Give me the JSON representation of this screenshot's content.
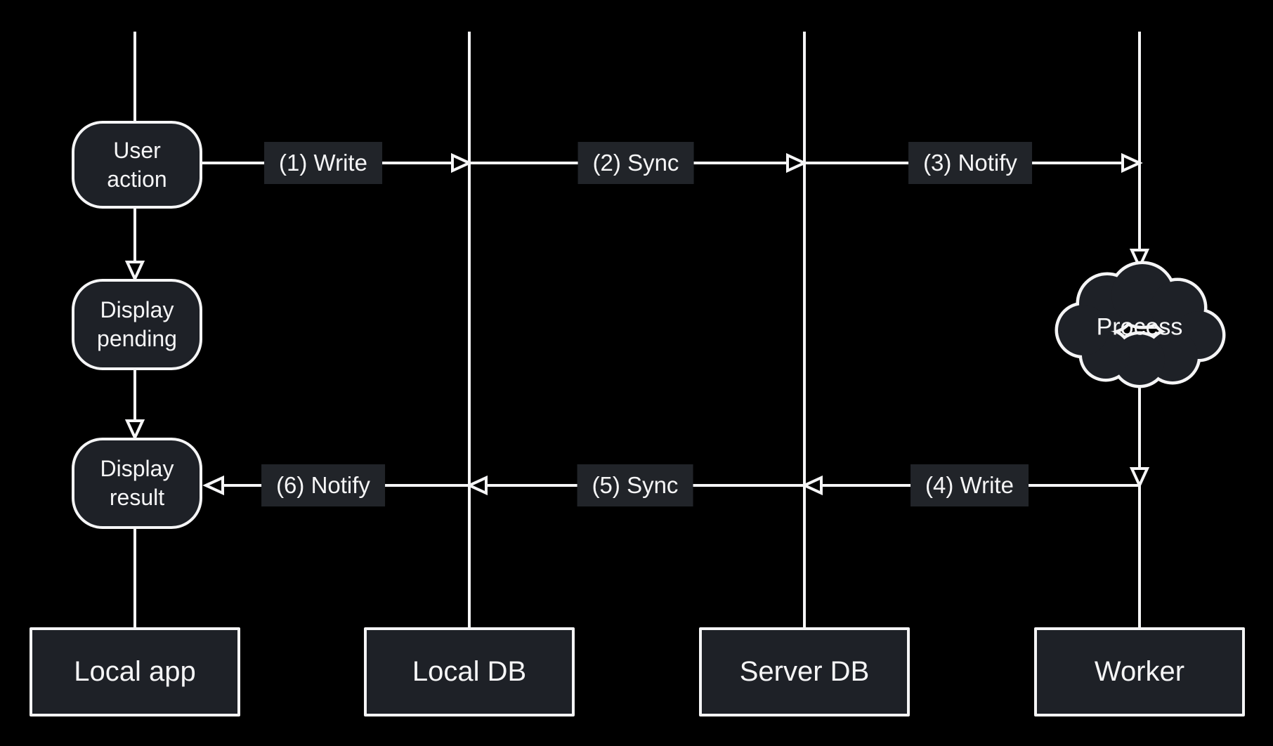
{
  "canvas": {
    "background": "#000000"
  },
  "colors": {
    "stroke": "#f5f5f6",
    "shape_fill": "#1e2127",
    "chip_fill": "#212429",
    "text": "#f5f5f6"
  },
  "lanes": [
    {
      "id": "local-app",
      "label": "Local app"
    },
    {
      "id": "local-db",
      "label": "Local DB"
    },
    {
      "id": "server-db",
      "label": "Server DB"
    },
    {
      "id": "worker",
      "label": "Worker"
    }
  ],
  "nodes": [
    {
      "id": "user-action",
      "label": "User action",
      "shape": "rounded-rect",
      "lane": "Local app"
    },
    {
      "id": "display-pending",
      "label": "Display pending",
      "shape": "rounded-rect",
      "lane": "Local app"
    },
    {
      "id": "display-result",
      "label": "Display result",
      "shape": "rounded-rect",
      "lane": "Local app"
    },
    {
      "id": "process",
      "label": "Process",
      "shape": "cloud",
      "lane": "Worker"
    }
  ],
  "edges": [
    {
      "label": "(1) Write",
      "from": "User action",
      "to": "Local DB",
      "direction": "right",
      "arrowhead": "open-triangle"
    },
    {
      "label": "(2) Sync",
      "from": "Local DB",
      "to": "Server DB",
      "direction": "right",
      "arrowhead": "open-triangle"
    },
    {
      "label": "(3) Notify",
      "from": "Server DB",
      "to": "Worker",
      "direction": "right",
      "arrowhead": "open-triangle"
    },
    {
      "label": "(4) Write",
      "from": "Worker",
      "to": "Server DB",
      "direction": "left",
      "arrowhead": "open-triangle"
    },
    {
      "label": "(5) Sync",
      "from": "Server DB",
      "to": "Local DB",
      "direction": "left",
      "arrowhead": "open-triangle"
    },
    {
      "label": "(6) Notify",
      "from": "Local DB",
      "to": "Display result",
      "direction": "left",
      "arrowhead": "open-triangle"
    }
  ]
}
